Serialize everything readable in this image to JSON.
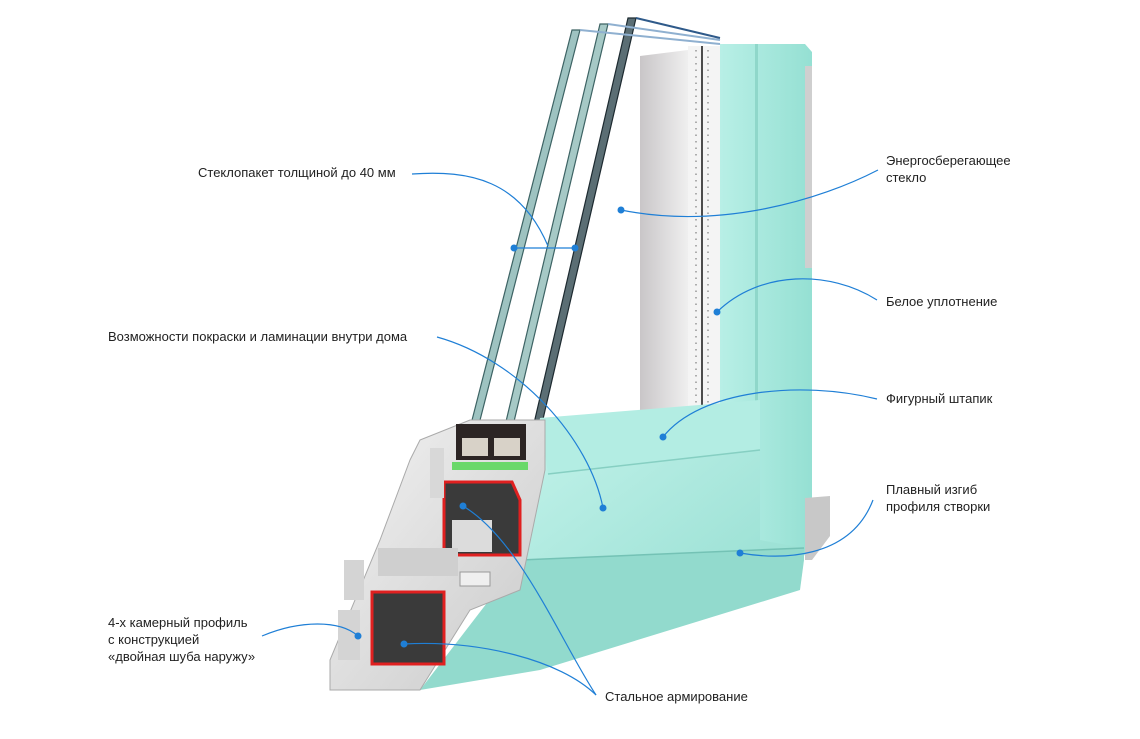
{
  "diagram": {
    "subject": "PVC window profile cross-section",
    "colors": {
      "frame": "#9fe6da",
      "frame_light": "#bff1e8",
      "frame_dark": "#7fcfc2",
      "profile_white": "#e9e9e9",
      "profile_shadow": "#b9b9b9",
      "steel": "#333333",
      "steel_outline": "#e02020",
      "gasket_green": "#6ad86a",
      "glass_edge": "#2b3b47",
      "glass_tint": "#7fa8a8",
      "leader": "#1f7fd6",
      "text": "#222222"
    },
    "callouts": [
      {
        "id": "glazing",
        "lines": [
          "Стеклопакет толщиной до 40 мм"
        ]
      },
      {
        "id": "low-e-glass",
        "lines": [
          "Энергосберегающее",
          "стекло"
        ]
      },
      {
        "id": "paint-lamination",
        "lines": [
          "Возможности покраски и ламинации внутри дома"
        ]
      },
      {
        "id": "white-seal",
        "lines": [
          "Белое уплотнение"
        ]
      },
      {
        "id": "glazing-bead",
        "lines": [
          "Фигурный штапик"
        ]
      },
      {
        "id": "smooth-bend",
        "lines": [
          "Плавный изгиб",
          "профиля створки"
        ]
      },
      {
        "id": "four-chamber",
        "lines": [
          "4-х камерный профиль",
          "с конструкцией",
          "«двойная шуба наружу»"
        ]
      },
      {
        "id": "steel-reinforcement",
        "lines": [
          "Стальное армирование"
        ]
      }
    ]
  }
}
